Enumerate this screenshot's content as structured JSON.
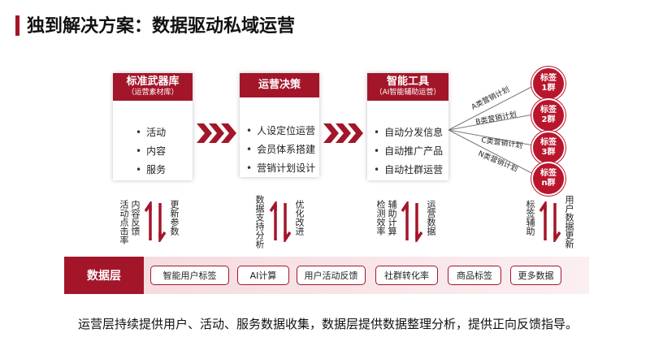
{
  "title": "独到解决方案：数据驱动私域运营",
  "cards": [
    {
      "heading": "标准武器库",
      "subheading": "（运营素材库）",
      "items": [
        "活动",
        "内容",
        "服务"
      ]
    },
    {
      "heading": "运营决策",
      "subheading": "",
      "items": [
        "人设定位运营",
        "会员体系搭建",
        "营销计划设计"
      ]
    },
    {
      "heading": "智能工具",
      "subheading": "（AI智能辅助运营）",
      "items": [
        "自动分发信息",
        "自动推广产品",
        "自动社群运营"
      ]
    }
  ],
  "groups": [
    {
      "name": "标签1群"
    },
    {
      "name": "标签2群"
    },
    {
      "name": "标签3群"
    },
    {
      "name": "标签n群"
    }
  ],
  "branches": [
    "A类营销计划",
    "B类营销计划",
    "C类营销计划",
    "N类营销计划"
  ],
  "flows": [
    {
      "up": "活动点击率",
      "up2": "内容反馈",
      "down": "更新参数"
    },
    {
      "up": "数据支持分析",
      "down": "优化改进"
    },
    {
      "up": "检测效率",
      "up2": "辅助计算",
      "down": "运营数据"
    },
    {
      "up": "标签辅助",
      "down": "用户数据更新"
    }
  ],
  "data_layer": {
    "label": "数据层",
    "items": [
      "智能用户标签",
      "AI计算",
      "用户活动反馈",
      "社群转化率",
      "商品标签",
      "更多数据"
    ]
  },
  "footer": "运营层持续提供用户、活动、服务数据收集，数据层提供数据整理分析，提供正向反馈指导。",
  "colors": {
    "accent": "#a3162a",
    "circle": "#b9162e",
    "band": "#f4d8dc"
  }
}
